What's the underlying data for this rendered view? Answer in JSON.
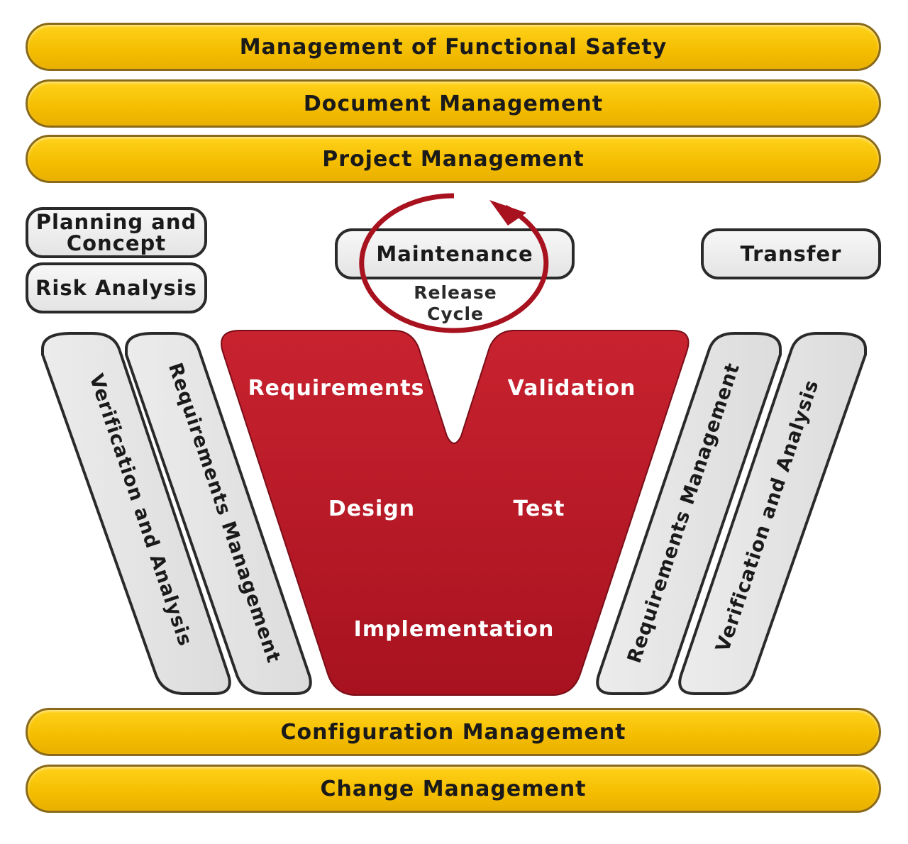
{
  "top_bars": [
    {
      "label": "Management of Functional Safety"
    },
    {
      "label": "Document Management"
    },
    {
      "label": "Project Management"
    }
  ],
  "phases": {
    "planning": "Planning and Concept",
    "risk": "Risk Analysis",
    "maintenance": "Maintenance",
    "transfer": "Transfer",
    "release_cycle_line1": "Release",
    "release_cycle_line2": "Cycle"
  },
  "v_model": {
    "requirements": "Requirements",
    "validation": "Validation",
    "design": "Design",
    "test": "Test",
    "implementation": "Implementation"
  },
  "side_strips": {
    "left_outer": "Verification and Analysis",
    "left_inner": "Requirements Management",
    "right_inner": "Requirements Management",
    "right_outer": "Verification and Analysis"
  },
  "bottom_bars": [
    {
      "label": "Configuration Management"
    },
    {
      "label": "Change Management"
    }
  ],
  "colors": {
    "yellow": "#f4bd00",
    "red": "#b8182a",
    "gray": "#e8e8e8",
    "outline": "#2a2a2a"
  }
}
